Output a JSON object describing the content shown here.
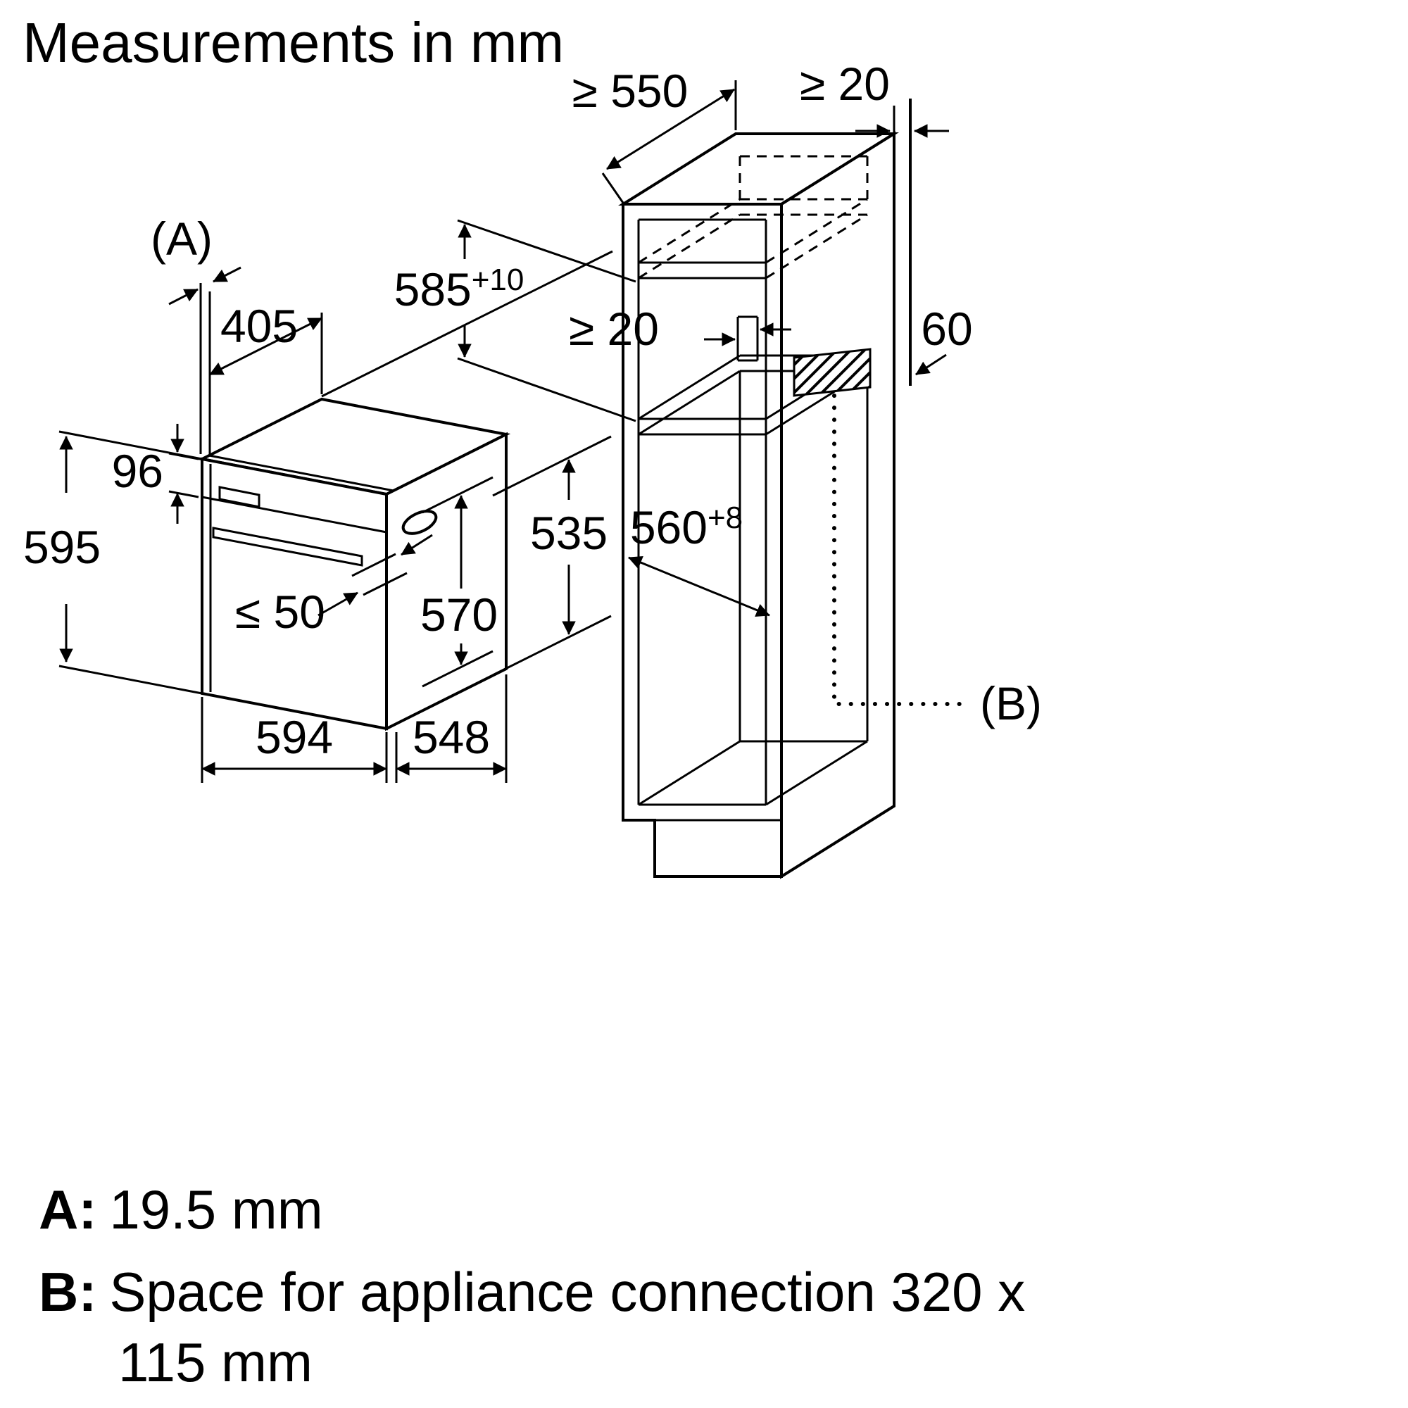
{
  "title": "Measurements in mm",
  "oven": {
    "dims": {
      "front_frame": "(A)",
      "top_depth": "405",
      "panel_height": "96",
      "height": "595",
      "handle_depth": "≤ 50",
      "door_height": "570",
      "width": "594",
      "body_depth": "548",
      "rear_height": "535"
    }
  },
  "cabinet": {
    "dims": {
      "min_depth": "≥ 550",
      "top_rear_gap": "≥ 20",
      "niche_height": "585",
      "niche_height_tol": "+10",
      "vent_gap": "≥ 20",
      "connection_depth": "60",
      "niche_width": "560",
      "niche_width_tol": "+8",
      "connection_label": "(B)"
    }
  },
  "legend": {
    "a_key": "A:",
    "a_value": "19.5 mm",
    "b_key": "B:",
    "b_value_line1": "Space for appliance connection 320 x",
    "b_value_line2": "115 mm"
  },
  "colors": {
    "line": "#000000",
    "background": "#ffffff"
  }
}
